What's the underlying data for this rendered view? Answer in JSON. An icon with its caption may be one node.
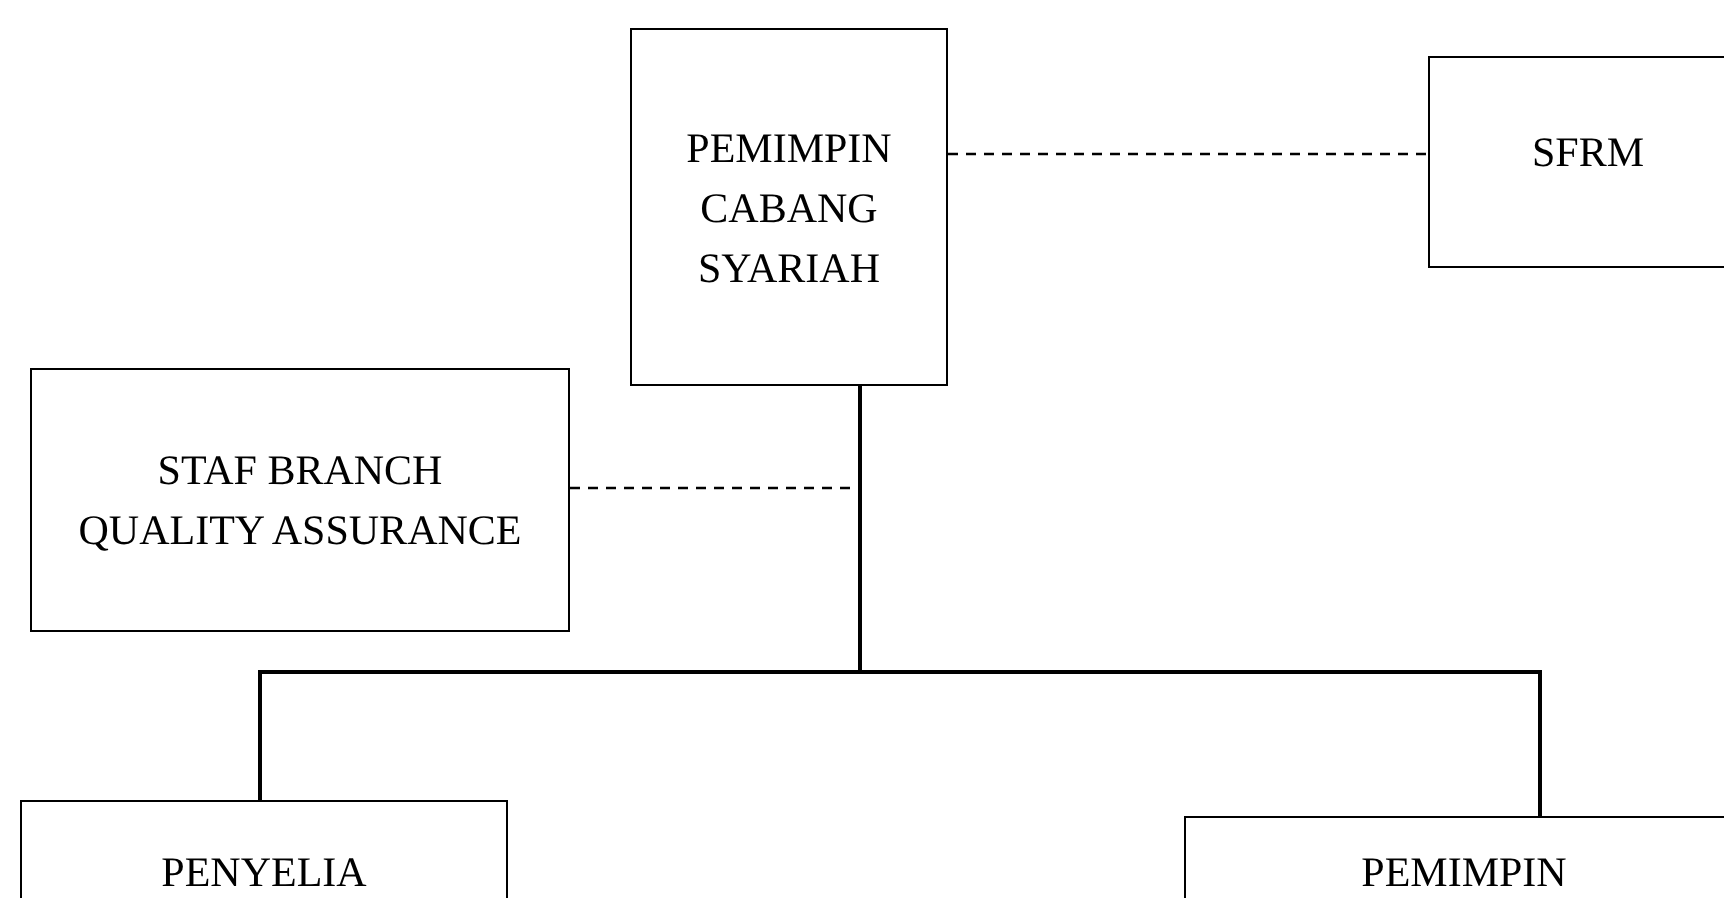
{
  "diagram": {
    "nodes": [
      {
        "text": [
          "PEMIMPIN CABANG SYARIAH"
        ]
      },
      {
        "text": [
          "SFRM"
        ]
      },
      {
        "text": [
          "STAF BRANCH QUALITY ASSURANCE"
        ]
      },
      {
        "text": [
          "PENYELIA"
        ]
      },
      {
        "text": [
          "PEMIMPIN"
        ]
      }
    ],
    "edges": [
      {
        "from": 0,
        "to": 1,
        "arrow": "none",
        "style": "dashed"
      },
      {
        "from": 2,
        "to": 0,
        "arrow": "none",
        "style": "dashed"
      },
      {
        "from": 0,
        "to": 3,
        "arrow": "none"
      },
      {
        "from": 0,
        "to": 4,
        "arrow": "none"
      }
    ]
  }
}
